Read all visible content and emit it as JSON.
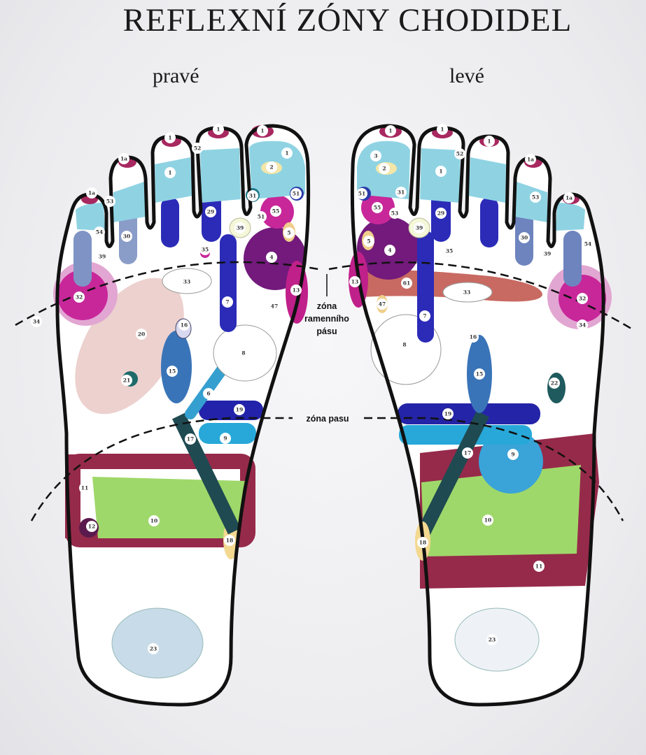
{
  "title": "REFLEXNÍ ZÓNY CHODIDEL",
  "right_foot": {
    "heading": "pravé",
    "labels": [
      "1a",
      "1a",
      "1",
      "1",
      "1",
      "52",
      "53",
      "54",
      "1",
      "2",
      "1",
      "31",
      "51",
      "55",
      "51",
      "39",
      "29",
      "30",
      "39",
      "35",
      "5",
      "4",
      "33",
      "32",
      "7",
      "13",
      "47",
      "16",
      "34",
      "20",
      "8",
      "21",
      "15",
      "6",
      "19",
      "17",
      "9",
      "11",
      "12",
      "10",
      "18",
      "23"
    ]
  },
  "left_foot": {
    "heading": "levé",
    "labels": [
      "1",
      "1",
      "1",
      "1a",
      "1a",
      "3",
      "2",
      "52",
      "1",
      "51",
      "31",
      "55",
      "53",
      "39",
      "29",
      "53",
      "30",
      "54",
      "35",
      "39",
      "5",
      "4",
      "13",
      "61",
      "33",
      "32",
      "47",
      "7",
      "34",
      "8",
      "16",
      "15",
      "22",
      "19",
      "17",
      "9",
      "10",
      "18",
      "11",
      "23"
    ]
  },
  "zones": {
    "shoulder": [
      "zóna",
      "ramenního",
      "pásu"
    ],
    "waist": "zóna pasu"
  },
  "colors": {
    "outline": "#111111",
    "cyan": "#8fd3e3",
    "magenta": "#c8279a",
    "purple": "#731a7c",
    "blue": "#2727b4",
    "green": "#9fd86a",
    "darkred": "#962a4a"
  }
}
